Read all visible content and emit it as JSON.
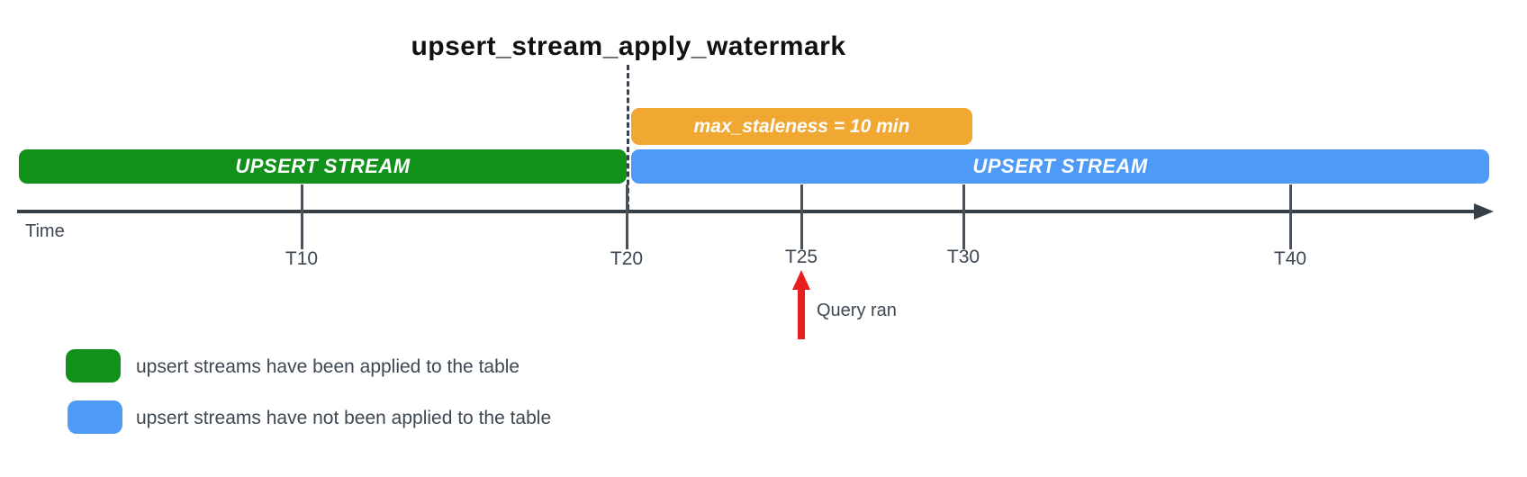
{
  "title": "upsert_stream_apply_watermark",
  "colors": {
    "green": "#11911a",
    "blue": "#4d9af7",
    "orange": "#f0a832",
    "red": "#e81f1f",
    "axis": "#363e46",
    "label_text": "#3d4852",
    "bar_text": "#ffffff"
  },
  "annotation_box": {
    "label": "max_staleness = 10 min"
  },
  "bars": {
    "applied": {
      "label": "UPSERT STREAM"
    },
    "not_applied": {
      "label": "UPSERT STREAM"
    }
  },
  "axis": {
    "label": "Time",
    "ticks": [
      {
        "label": "T10"
      },
      {
        "label": "T20"
      },
      {
        "label": "T25"
      },
      {
        "label": "T30"
      },
      {
        "label": "T40"
      }
    ]
  },
  "query_annotation": {
    "label": "Query ran",
    "at_tick": "T25"
  },
  "legend": [
    {
      "swatch": "green",
      "label": "upsert streams have been applied to the table"
    },
    {
      "swatch": "blue",
      "label": "upsert streams have not been applied to the table"
    }
  ]
}
